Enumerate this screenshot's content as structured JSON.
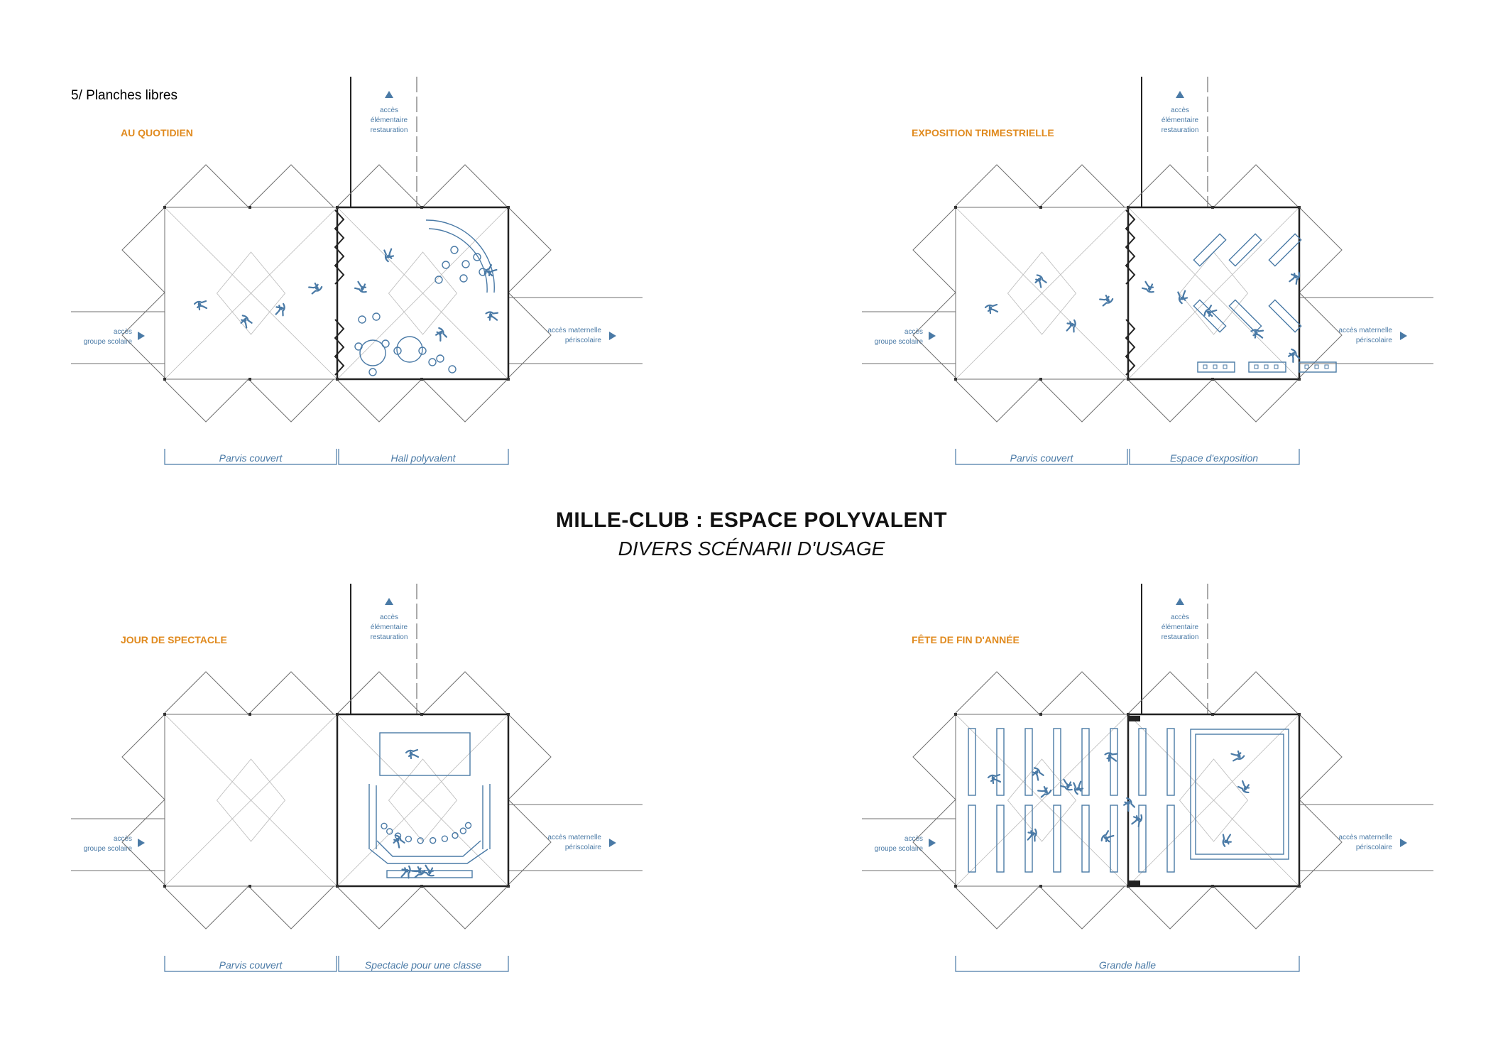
{
  "section_label": "5/ Planches libres",
  "title": "MILLE-CLUB : ESPACE POLYVALENT",
  "subtitle": "DIVERS SCÉNARII D'USAGE",
  "colors": {
    "accent": "#4a7aa6",
    "heading": "#e08a1e",
    "line": "#6f6f6f",
    "wall": "#222222"
  },
  "access_top": [
    "accès",
    "élémentaire",
    "restauration"
  ],
  "access_left": [
    "accès",
    "groupe scolaire"
  ],
  "access_right": [
    "accès maternelle",
    "périscolaire"
  ],
  "scenarios": [
    {
      "heading": "AU QUOTIDIEN",
      "zones": [
        "Parvis couvert",
        "Hall polyvalent"
      ]
    },
    {
      "heading": "EXPOSITION TRIMESTRIELLE",
      "zones": [
        "Parvis couvert",
        "Espace d'exposition"
      ]
    },
    {
      "heading": "JOUR DE SPECTACLE",
      "zones": [
        "Parvis couvert",
        "Spectacle pour une classe"
      ]
    },
    {
      "heading": "FÊTE DE FIN D'ANNÉE",
      "zones": [
        "Grande halle"
      ]
    }
  ]
}
